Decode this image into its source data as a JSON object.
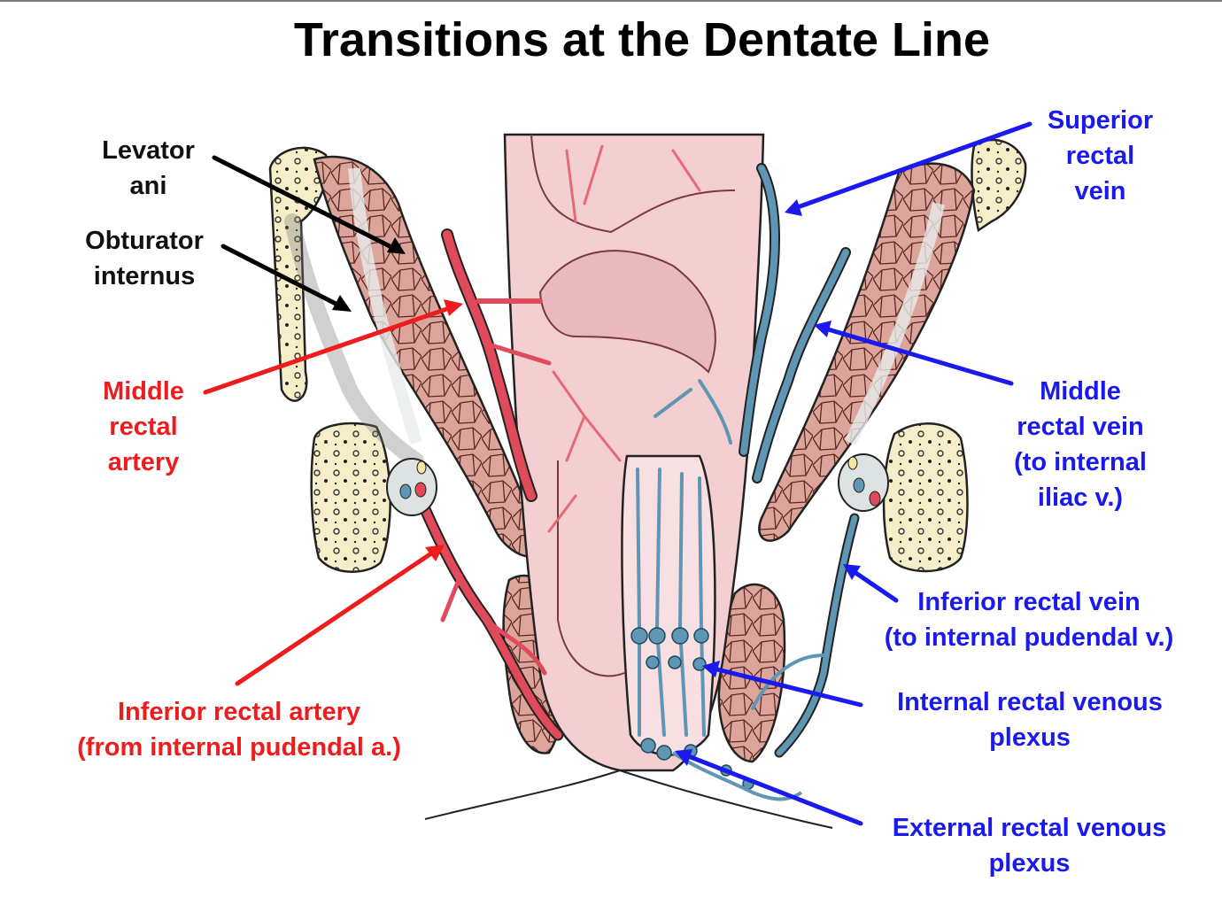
{
  "title": "Transitions at the Dentate Line",
  "colors": {
    "artery_label": "#ee1c1c",
    "vein_label": "#1a1aee",
    "muscle_label": "#111111",
    "muscle": "#d9a197",
    "mucosa": "#f3cfd2",
    "vein": "#5f96b3",
    "artery": "#e14a5b",
    "bone": "#f5ecc4"
  },
  "labels": {
    "levator_ani": [
      "Levator",
      "ani"
    ],
    "obturator_internus": [
      "Obturator",
      "internus"
    ],
    "middle_rectal_artery": [
      "Middle",
      "rectal",
      "artery"
    ],
    "inferior_rectal_artery": [
      "Inferior rectal artery",
      "(from internal pudendal a.)"
    ],
    "superior_rectal_vein": [
      "Superior",
      "rectal",
      "vein"
    ],
    "middle_rectal_vein": [
      "Middle",
      "rectal vein",
      "(to internal",
      "iliac v.)"
    ],
    "inferior_rectal_vein": [
      "Inferior rectal vein",
      "(to internal pudendal v.)"
    ],
    "internal_rectal_venous_plexus": [
      "Internal rectal venous",
      "plexus"
    ],
    "external_rectal_venous_plexus": [
      "External rectal venous",
      "plexus"
    ]
  }
}
